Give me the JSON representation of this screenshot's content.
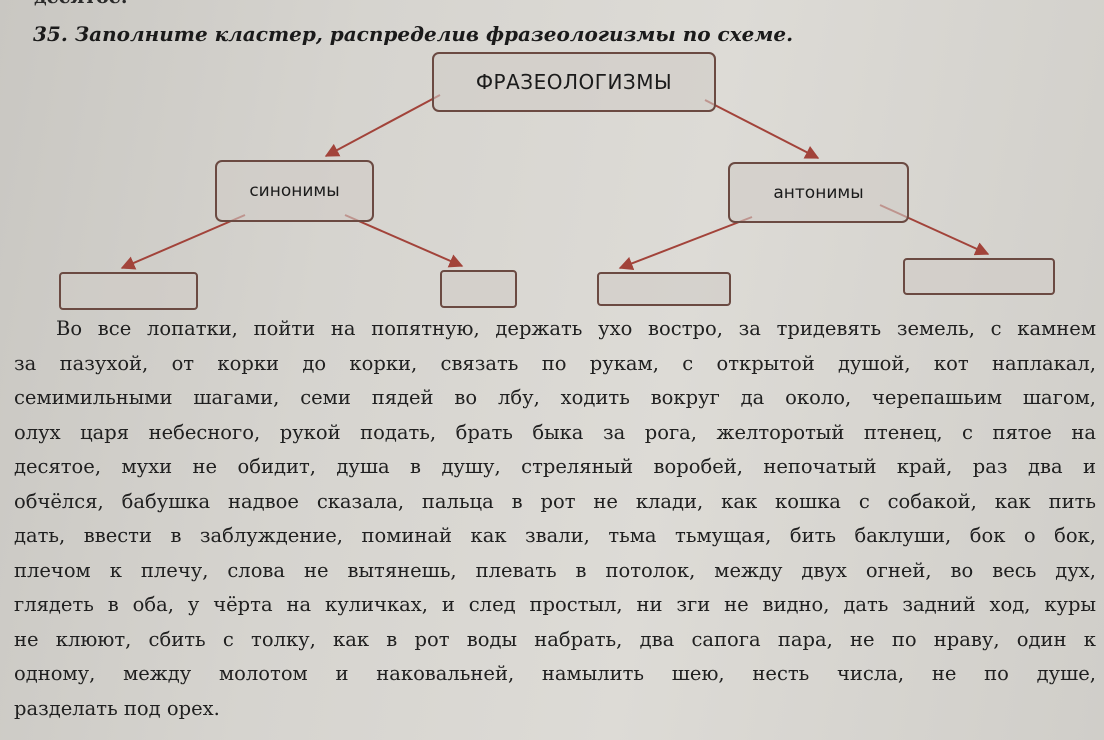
{
  "top_fragment": "десятое.",
  "task": {
    "title": "35. Заполните кластер, распределив фразеологизмы по схеме."
  },
  "cluster": {
    "root": "ФРАЗЕОЛОГИЗМЫ",
    "left": "синонимы",
    "right": "антонимы"
  },
  "text_lines": [
    "Во все лопатки, пойти на попятную, держать ухо востро, за тридевять земель, с камнем",
    "за пазухой, от корки до корки, связать по рукам, с открытой душой,   кот наплакал,",
    "семимильными шагами,  семи пядей во лбу, ходить вокруг да около, черепашьим шагом,",
    "олух царя небесного, рукой подать, брать быка за рога, желторотый птенец, с пятое на",
    "десятое, мухи не обидит, душа в душу, стреляный воробей, непочатый край, раз два и",
    "обчёлся,  бабушка надвое сказала,  пальца в рот не клади, как кошка с собакой,  как пить",
    "дать, ввести в заблуждение, поминай как звали, тьма тьмущая, бить баклуши, бок о бок,",
    "плечом к плечу, слова не вытянешь, плевать в потолок, между двух огней, во весь дух,",
    "глядеть в оба, у чёрта на куличках, и след простыл, ни зги не видно, дать задний ход, куры",
    "не клюют, сбить с толку,  как в рот воды набрать,  два сапога пара, не по нраву, один к",
    "одному,  между  молотом  и  наковальней,  намылить  шею,  несть  числа,  не  по  душе,",
    "разделать под орех."
  ],
  "colors": {
    "box_border": "#6b4a42",
    "arrow": "#a2433a"
  }
}
